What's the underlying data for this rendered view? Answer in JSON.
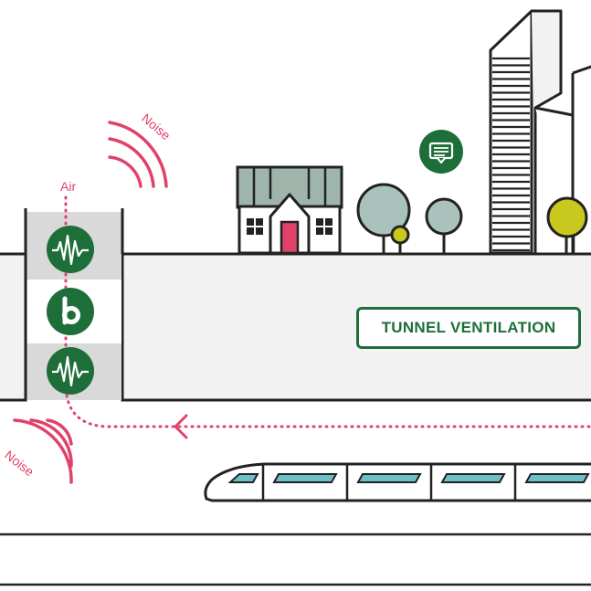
{
  "labels": {
    "noise_top": "Noise",
    "noise_bottom": "Noise",
    "air": "Air",
    "tunnel_ventilation": "TUNNEL VENTILATION"
  },
  "colors": {
    "line": "#222222",
    "ground": "#f2f2f2",
    "shaft": "#d9d9d9",
    "accent_red": "#e0426a",
    "green": "#1e6e3a",
    "lime": "#c8c81e",
    "tree_grey": "#a9c2bb",
    "roof": "#9fb5ac",
    "window_blue": "#6fbfc9"
  },
  "icons": [
    "soundwave-icon",
    "brand-b-icon",
    "chat-icon",
    "arrow-left-icon"
  ]
}
